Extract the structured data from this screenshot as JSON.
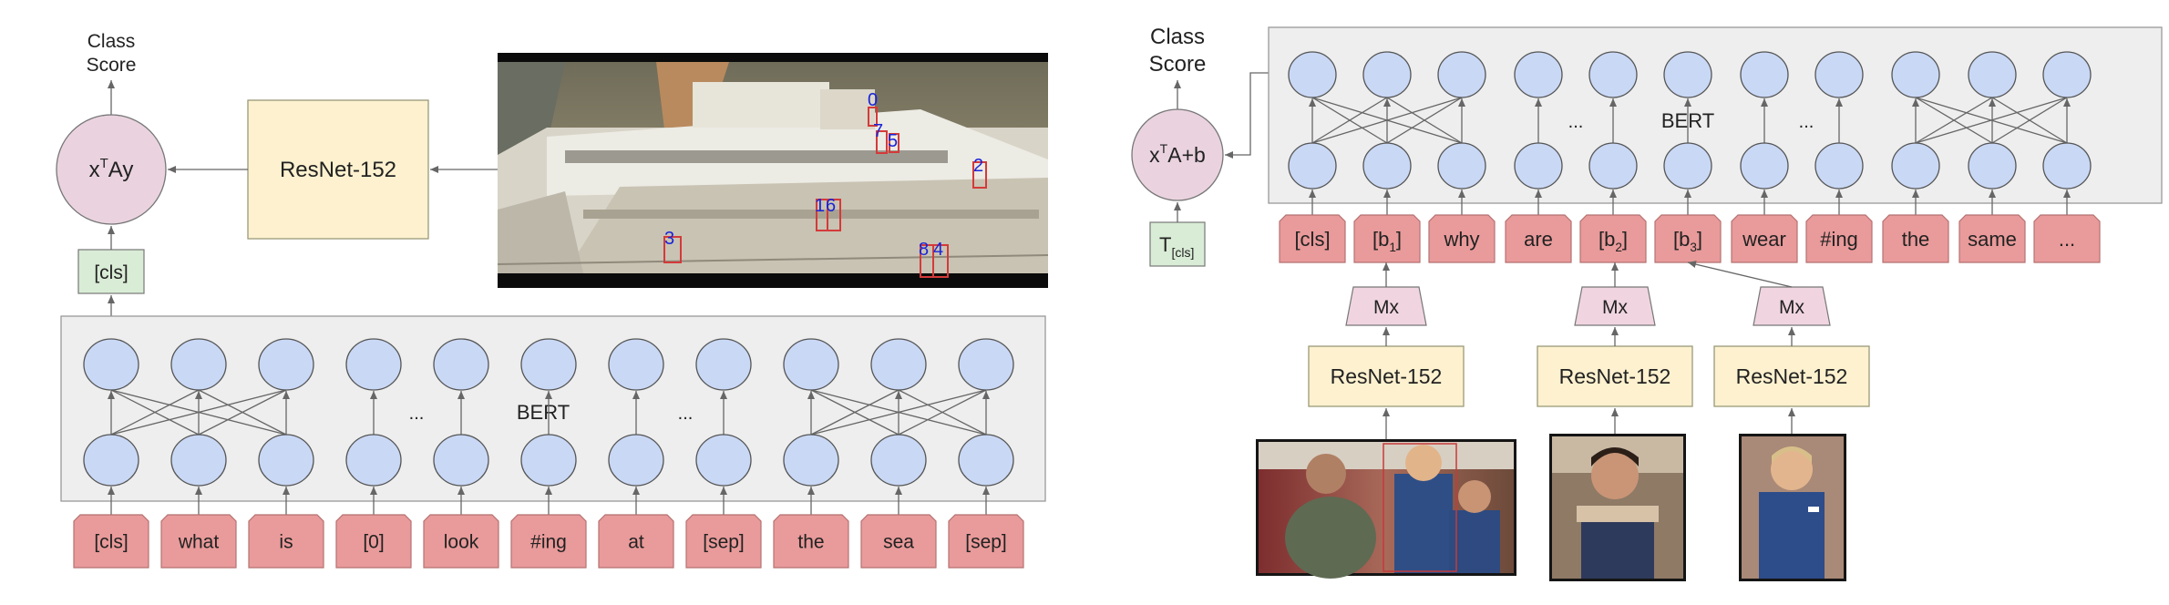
{
  "left": {
    "class_score": [
      "Class",
      "Score"
    ],
    "score_formula": "x",
    "score_sup": "T",
    "score_rest": "Ay",
    "resnet": "ResNet-152",
    "cls_box": "[cls]",
    "bert": "BERT",
    "ellipsis": "...",
    "tokens": [
      "[cls]",
      "what",
      "is",
      "[0]",
      "look",
      "#ing",
      "at",
      "[sep]",
      "the",
      "sea",
      "[sep]"
    ],
    "detections": [
      "0",
      "7",
      "5",
      "2",
      "1",
      "6",
      "3",
      "8",
      "4"
    ]
  },
  "right": {
    "class_score": [
      "Class",
      "Score"
    ],
    "score_formula": "x",
    "score_sup": "T",
    "score_rest": "A+b",
    "t_cls": "T",
    "t_cls_sub": "[cls]",
    "bert": "BERT",
    "ellipsis": "...",
    "tokens": [
      {
        "text": "[cls]"
      },
      {
        "text": "[b",
        "sub": "1",
        "close": "]"
      },
      {
        "text": "why"
      },
      {
        "text": "are"
      },
      {
        "text": "[b",
        "sub": "2",
        "close": "]"
      },
      {
        "text": "[b",
        "sub": "3",
        "close": "]"
      },
      {
        "text": "wear"
      },
      {
        "text": "#ing"
      },
      {
        "text": "the"
      },
      {
        "text": "same"
      },
      {
        "text": "..."
      }
    ],
    "mx": [
      "Mx",
      "Mx",
      "Mx"
    ],
    "resnet": [
      "ResNet-152",
      "ResNet-152",
      "ResNet-152"
    ]
  },
  "colors": {
    "node": "#c9d8f5",
    "token": "#e99a9a",
    "resnet": "#fdf1cf",
    "mx": "#f0d5e0",
    "cls": "#d9ecd6",
    "score": "#ead3df",
    "bert_box": "#eeeeee",
    "detection": "#1a24d8"
  }
}
